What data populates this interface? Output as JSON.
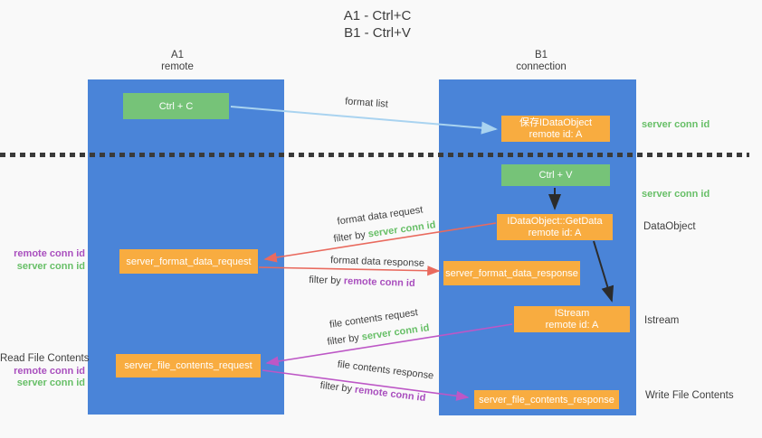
{
  "title": {
    "line1": "A1 - Ctrl+C",
    "line2": "B1 - Ctrl+V"
  },
  "columns": {
    "a": {
      "id": "A1",
      "subtitle": "remote"
    },
    "b": {
      "id": "B1",
      "subtitle": "connection"
    }
  },
  "boxes": {
    "ctrl_c": "Ctrl + C",
    "save_idataobject": {
      "line1": "保存IDataObject",
      "line2": "remote id: A"
    },
    "ctrl_v": "Ctrl + V",
    "getdata": {
      "line1": "IDataObject::GetData",
      "line2": "remote id: A"
    },
    "format_request": "server_format_data_request",
    "format_response": "server_format_data_response",
    "istream": {
      "line1": "IStream",
      "line2": "remote id: A"
    },
    "file_request": "server_file_contents_request",
    "file_response": "server_file_contents_response"
  },
  "side_labels": {
    "server_conn_id_top": "server conn id",
    "server_conn_id_mid": "server conn id",
    "dataobject": "DataObject",
    "istream": "Istream",
    "write_file_contents": "Write File Contents",
    "read_file_contents": "Read File Contents",
    "remote_conn_id": "remote conn id",
    "server_conn_id": "server conn id"
  },
  "arrow_labels": {
    "format_list": "format list",
    "format_data_request": "format data request",
    "format_data_response": "format data response",
    "file_contents_request": "file contents request",
    "file_contents_response": "file contents response",
    "filter_by": "filter by",
    "server_conn_id": "server conn id",
    "remote_conn_id": "remote conn id"
  },
  "colors": {
    "column_blue": "#4a84d8",
    "green_box": "#76c378",
    "orange_box": "#f8ac40",
    "blue_arrow": "#a9d3f0",
    "red_arrow": "#e96a5e",
    "magenta_arrow": "#bd57c6",
    "black_arrow": "#2b2b2b",
    "green_text": "#67bf67",
    "purple_text": "#a94fbe"
  }
}
